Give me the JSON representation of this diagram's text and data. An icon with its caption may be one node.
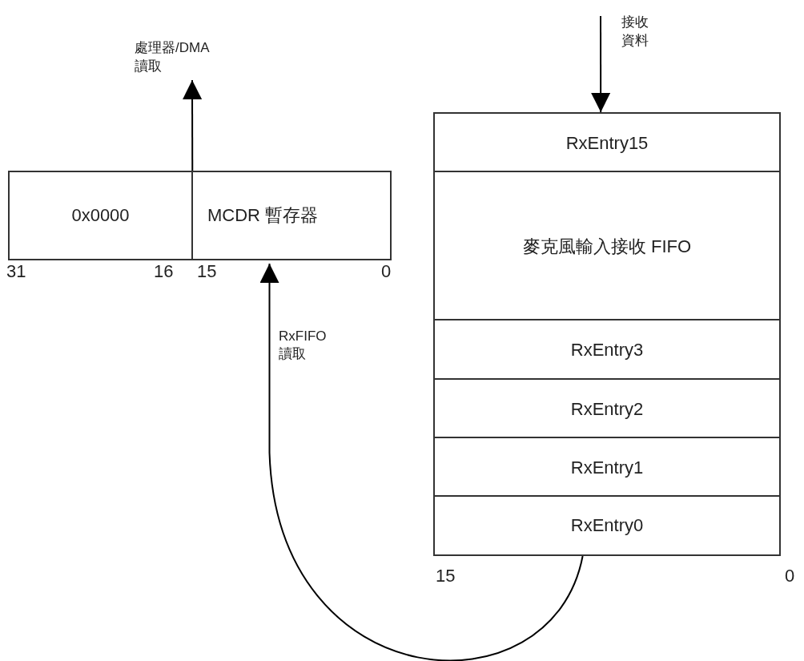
{
  "diagram": {
    "nodes": [
      {
        "text": [
          "0x0000"
        ]
      },
      {
        "text": [
          "MCDR 暫存器"
        ]
      },
      {
        "text": [
          "RxEntry15"
        ]
      },
      {
        "text": [
          "麥克風輸入接收 FIFO"
        ]
      },
      {
        "text": [
          "RxEntry3"
        ]
      },
      {
        "text": [
          "RxEntry2"
        ]
      },
      {
        "text": [
          "RxEntry1"
        ]
      },
      {
        "text": [
          "RxEntry0"
        ]
      }
    ],
    "edges": [
      {
        "from": 1,
        "to": null,
        "arrow": "to",
        "label": "處理器/DMA讀取"
      },
      {
        "from": null,
        "to": 2,
        "arrow": "to",
        "label": "接收資料"
      },
      {
        "from": 7,
        "to": 1,
        "arrow": "to",
        "label": "RxFIFO讀取"
      }
    ],
    "labels": [
      "31",
      "16",
      "15",
      "0",
      "15",
      "0"
    ]
  }
}
